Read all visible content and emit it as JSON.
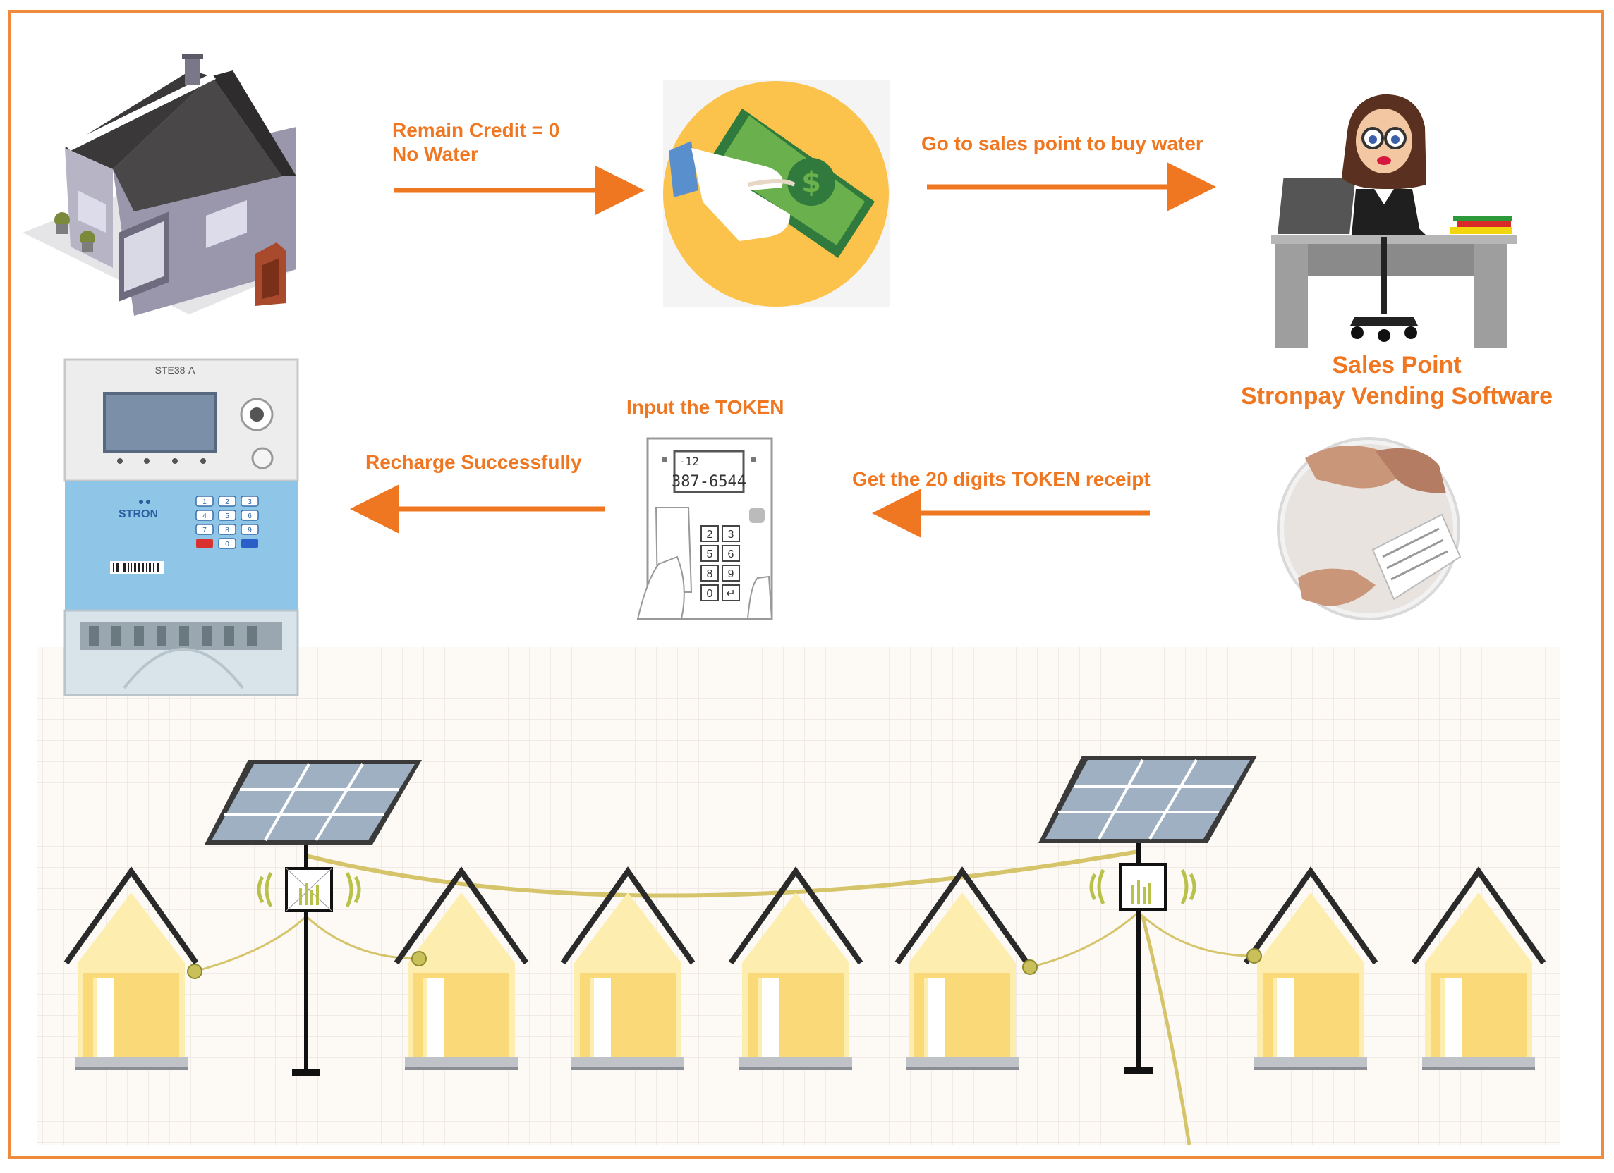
{
  "labels": {
    "remain_credit": "Remain Credit = 0",
    "no_water": "No Water",
    "go_sales": "Go to sales point to buy water",
    "sales_point": "Sales Point",
    "vending_software": "Stronpay Vending Software",
    "input_token": "Input the TOKEN",
    "recharge": "Recharge Successfully",
    "get_token": "Get the 20 digits TOKEN receipt"
  },
  "meter": {
    "model": "STE38-A",
    "brand": "STRON",
    "keypad": [
      "1",
      "2",
      "3",
      "4",
      "5",
      "6",
      "7",
      "8",
      "9",
      "0"
    ]
  },
  "token_keypad": {
    "display_top": "-12",
    "display_main": "387-6544",
    "keys": [
      "2",
      "3",
      "5",
      "6",
      "8",
      "9",
      "0",
      "↵"
    ]
  },
  "colors": {
    "accent": "#ef7722",
    "frame": "#f08a3c",
    "house_wall": "#fdeeb0",
    "house_front": "#f9d978",
    "roof": "#2a2a2a",
    "cable": "#d6c46a",
    "meter_blue": "#8fc6e8"
  },
  "icons": [
    "house-icon",
    "money-hand-icon",
    "sales-agent-icon",
    "prepaid-meter-icon",
    "token-keypad-icon",
    "handshake-icon",
    "solar-panel-icon",
    "wireless-icon"
  ]
}
